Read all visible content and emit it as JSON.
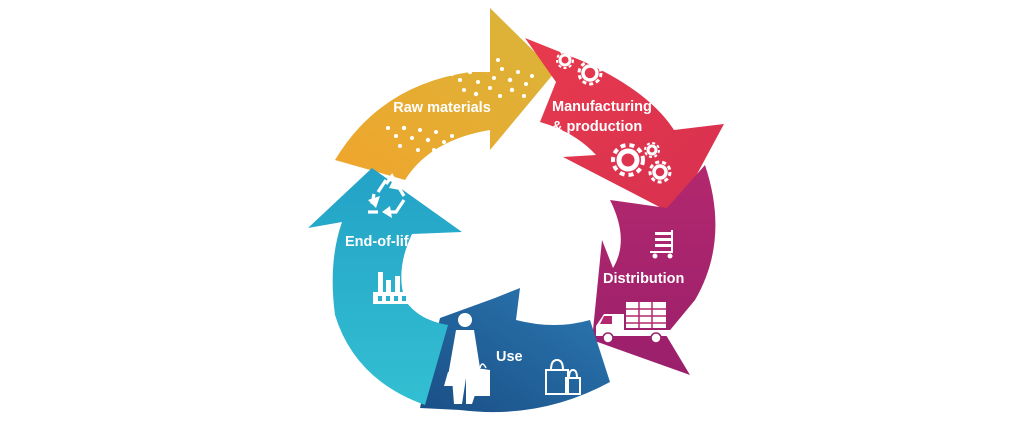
{
  "diagram": {
    "type": "cycle",
    "stages": [
      {
        "id": "raw-materials",
        "lines": [
          "Raw materials"
        ],
        "color": "#e9a93a",
        "icon": "granules-icon"
      },
      {
        "id": "manufacturing",
        "lines": [
          "Manufacturing",
          "& production"
        ],
        "color": "#e23a52",
        "icon": "gears-icon"
      },
      {
        "id": "distribution",
        "lines": [
          "Distribution"
        ],
        "color": "#a8206f",
        "icon": "truck-and-trolley-icon"
      },
      {
        "id": "use",
        "lines": [
          "Use"
        ],
        "color": "#1d5f96",
        "icon": "shopper-and-bags-icon"
      },
      {
        "id": "end-of-life",
        "lines": [
          "End-of-life"
        ],
        "color": "#2ab2cd",
        "icon": "recycle-and-factory-icon"
      }
    ]
  }
}
